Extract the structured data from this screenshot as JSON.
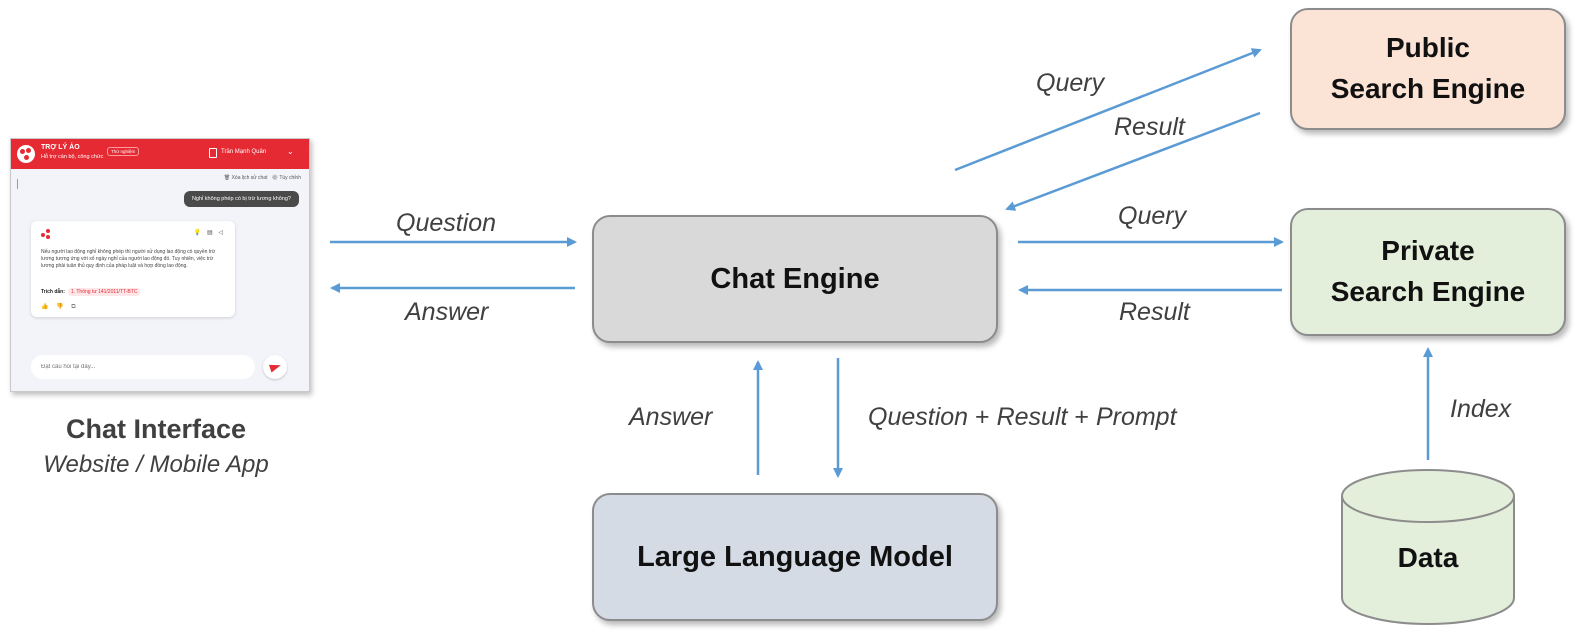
{
  "nodes": {
    "chat_engine": "Chat Engine",
    "llm": "Large Language Model",
    "public_search": [
      "Public",
      "Search Engine"
    ],
    "private_search": [
      "Private",
      "Search Engine"
    ],
    "data": "Data",
    "chat_interface": {
      "title": "Chat Interface",
      "subtitle": "Website / Mobile App"
    }
  },
  "edges": {
    "question": "Question",
    "answer_to_ui": "Answer",
    "public_query": "Query",
    "public_result": "Result",
    "private_query": "Query",
    "private_result": "Result",
    "llm_answer": "Answer",
    "llm_input": {
      "part1": "Question",
      "plus1": " + ",
      "part2": "Result",
      "plus2": " + ",
      "part3": "Prompt"
    },
    "index": "Index"
  },
  "mini_chat": {
    "app_title": "TRỢ LÝ ẢO",
    "app_subtitle": "Hỗ trợ cán bộ, công chức",
    "badge": "Thử nghiệm",
    "user_name": "Trần Mạnh Quân",
    "clear_history": "Xóa lịch sử chat",
    "customize": "Tùy chỉnh",
    "user_message": "Nghỉ không phép có bị trừ lương không?",
    "bot_answer": "Nếu người lao động nghỉ không phép thì người sử dụng lao động có quyền trừ lương tương ứng với số ngày nghỉ của người lao động đó. Tuy nhiên, việc trừ lương phải tuân thủ quy định của pháp luật và hợp đồng lao động.",
    "citation_label": "Trích dẫn:",
    "citation_value": "1. Thông tư 141/2011/TT-BTC",
    "input_placeholder": "Đặt câu hỏi tại đây..."
  },
  "colors": {
    "arrow": "#5b9bd5",
    "chat_engine_fill": "#d9d9d9",
    "llm_fill": "#d4dbe5",
    "public_fill": "#fbe3d6",
    "private_fill": "#e4efdb",
    "data_fill": "#e4efdb",
    "mini_header": "#e52a33"
  }
}
